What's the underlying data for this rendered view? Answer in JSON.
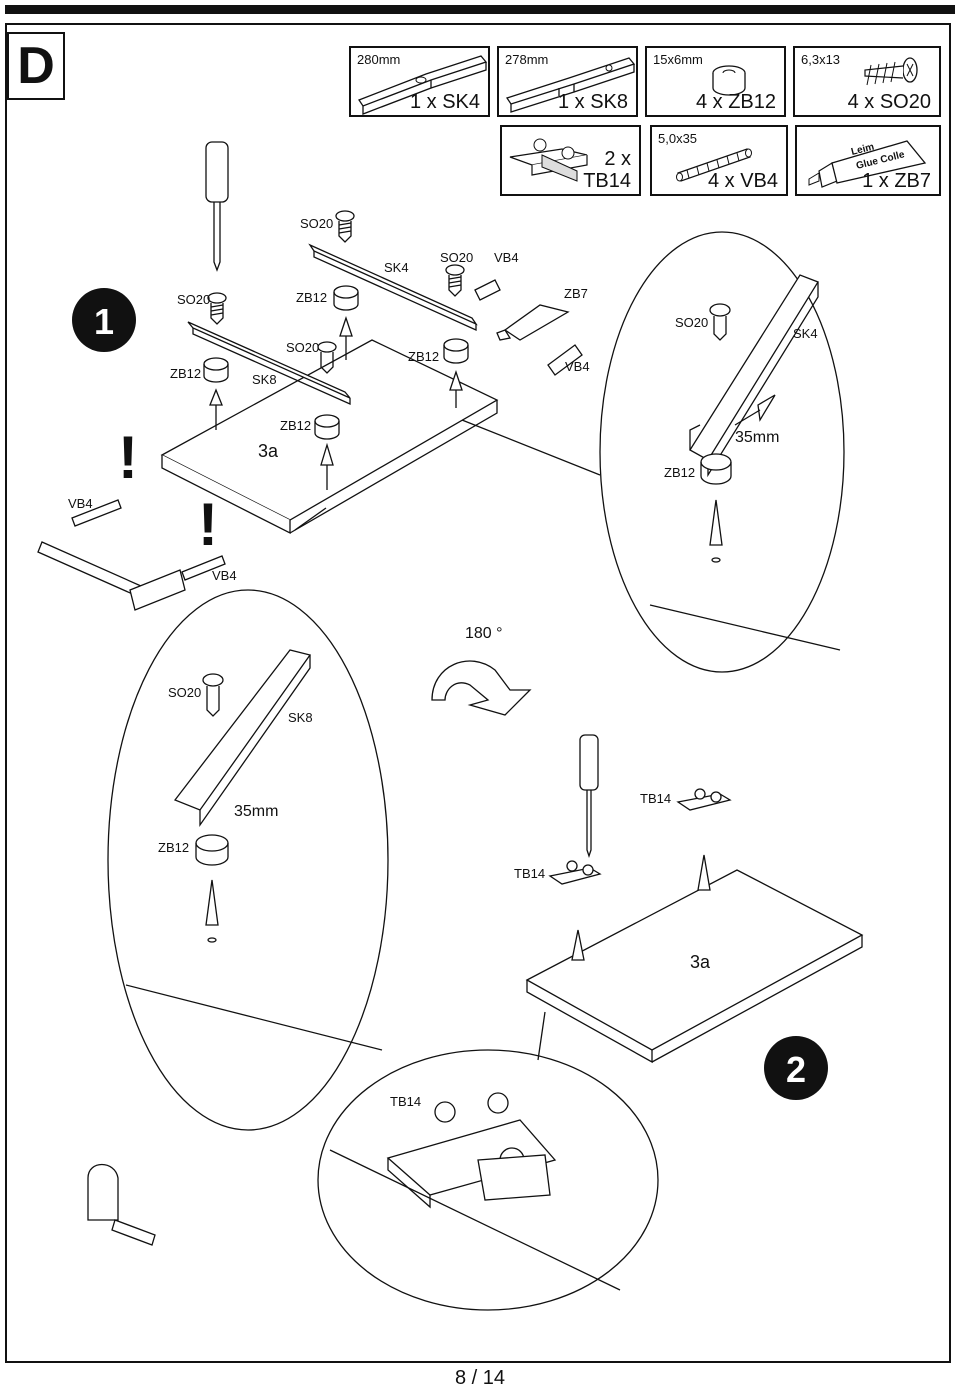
{
  "section": "D",
  "parts": [
    {
      "dim": "280mm",
      "qty": "1 x SK4",
      "icon": "rail-short-icon"
    },
    {
      "dim": "278mm",
      "qty": "1 x SK8",
      "icon": "rail-long-icon"
    },
    {
      "dim": "15x6mm",
      "qty": "4 x ZB12",
      "icon": "spacer-ring-icon"
    },
    {
      "dim": "6,3x13",
      "qty": "4 x SO20",
      "icon": "screw-icon"
    },
    {
      "dim": "",
      "qty": "2 x TB14",
      "icon": "bracket-icon"
    },
    {
      "dim": "5,0x35",
      "qty": "4 x VB4",
      "icon": "dowel-icon"
    },
    {
      "dim": "",
      "qty": "1 x ZB7",
      "icon": "glue-tube-icon",
      "tube_text": [
        "Leim",
        "Glue Colle"
      ]
    }
  ],
  "step1": {
    "number": "1",
    "labels": {
      "so20": "SO20",
      "sk4": "SK4",
      "sk8": "SK8",
      "zb12": "ZB12",
      "vb4": "VB4",
      "zb7": "ZB7",
      "panel": "3a",
      "warning": "!"
    },
    "detail_right": {
      "so20": "SO20",
      "sk4": "SK4",
      "zb12": "ZB12",
      "measure": "35mm"
    }
  },
  "rotate": {
    "label": "180 °"
  },
  "detail_left": {
    "so20": "SO20",
    "sk8": "SK8",
    "zb12": "ZB12",
    "measure": "35mm"
  },
  "step2": {
    "number": "2",
    "labels": {
      "tb14": "TB14",
      "panel": "3a"
    }
  },
  "detail_bottom": {
    "tb14": "TB14"
  },
  "page": "8 / 14",
  "colors": {
    "ink": "#111111",
    "paper": "#ffffff"
  }
}
